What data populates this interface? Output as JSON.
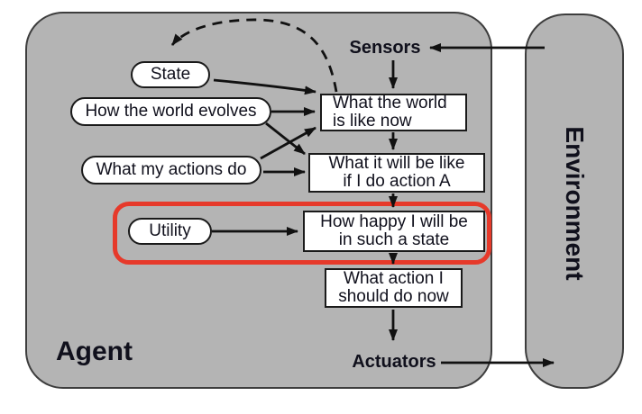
{
  "panels": {
    "agent": {
      "label": "Agent"
    },
    "environment": {
      "label": "Environment"
    }
  },
  "io_labels": {
    "sensors": "Sensors",
    "actuators": "Actuators"
  },
  "ovals": {
    "state": "State",
    "evolves": "How the world evolves",
    "actions": "What my actions do",
    "utility": "Utility"
  },
  "boxes": {
    "world_now": {
      "line1": "What the world",
      "line2": "is like now"
    },
    "action_a": {
      "line1": "What it will be like",
      "line2": "if I do action A"
    },
    "happy": {
      "line1": "How happy I will be",
      "line2": "in such a state"
    },
    "action_now": {
      "line1": "What action I",
      "line2": "should do now"
    }
  },
  "colors": {
    "panel": "#b4b4b4",
    "panel_border": "#3d3d3d",
    "shape_border": "#1a1a1a",
    "shape_fill": "#ffffff",
    "arrow": "#111111",
    "highlight": "#e6392a",
    "ink": "#10101c",
    "background": "#ffffff"
  }
}
